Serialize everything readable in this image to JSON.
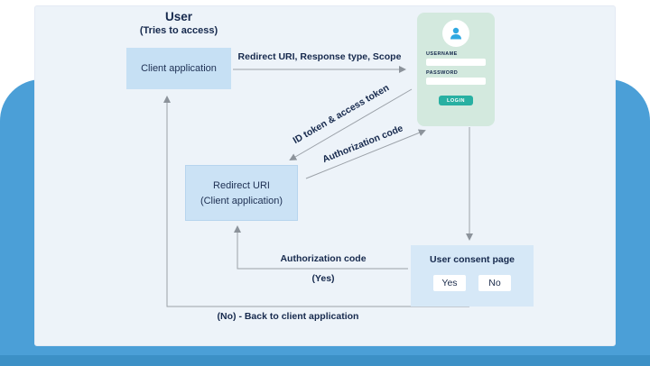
{
  "colors": {
    "device_blue": "#4B9FD7",
    "device_base_blue": "#3C90C6",
    "panel_bg": "#EDF3F9",
    "node_blue": "#C6E0F4",
    "node_blue_light": "#CBE2F5",
    "consent_blue": "#D6E8F7",
    "login_mint": "#D3E9DE",
    "login_teal": "#28B0A2",
    "avatar_blue": "#2FA8E1",
    "text_navy": "#16294D",
    "arrow_gray": "#9BA1A8"
  },
  "diagram": {
    "user_title": "User",
    "user_subtitle": "(Tries to access)",
    "client_app_box": "Client application",
    "arrow_top_label": "Redirect URI, Response type, Scope",
    "id_token_label": "ID token & access token",
    "auth_code_diagonal_label": "Authorization code",
    "redirect_box_line1": "Redirect URI",
    "redirect_box_line2": "(Client application)",
    "auth_code_horizontal_label": "Authorization code",
    "yes_label": "(Yes)",
    "consent_box_title": "User consent page",
    "consent_yes": "Yes",
    "consent_no": "No",
    "no_back_label": "(No) - Back to client application",
    "login_card": {
      "username_label": "USERNAME",
      "password_label": "PASSWORD",
      "login_button": "LOGIN"
    }
  }
}
